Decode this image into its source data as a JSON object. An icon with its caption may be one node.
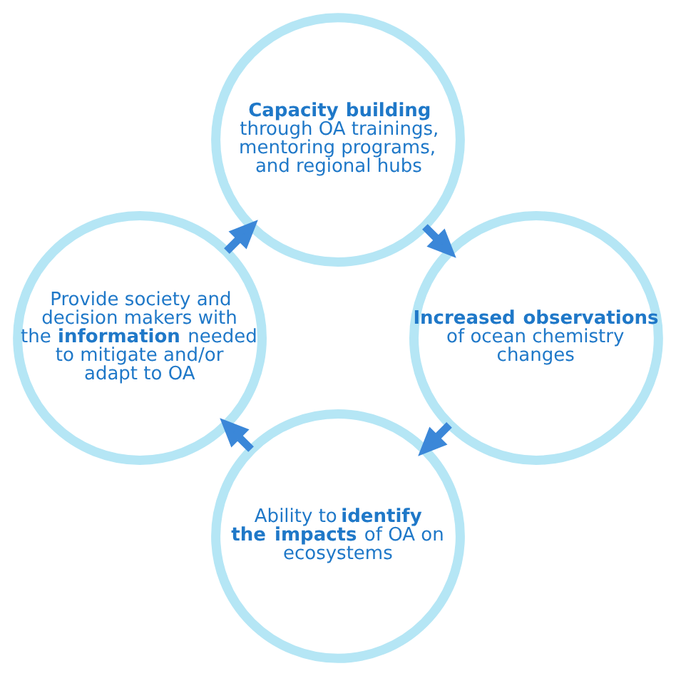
{
  "diagram": {
    "nodes": [
      {
        "text": [
          "**Capacity building** through OA trainings, mentoring programs, and regional hubs"
        ]
      },
      {
        "text": [
          "**Increased observations** of ocean chemistry changes"
        ]
      },
      {
        "text": [
          "Ability to **identify the impacts** of OA on ecosystems"
        ]
      },
      {
        "text": [
          "Provide society and decision makers with the **information** needed to mitigate and/or adapt to OA"
        ]
      }
    ],
    "edges": [
      {
        "from": 0,
        "to": 1,
        "arrow": "to"
      },
      {
        "from": 1,
        "to": 2,
        "arrow": "to"
      },
      {
        "from": 2,
        "to": 3,
        "arrow": "to"
      },
      {
        "from": 3,
        "to": 0,
        "arrow": "to"
      }
    ]
  }
}
